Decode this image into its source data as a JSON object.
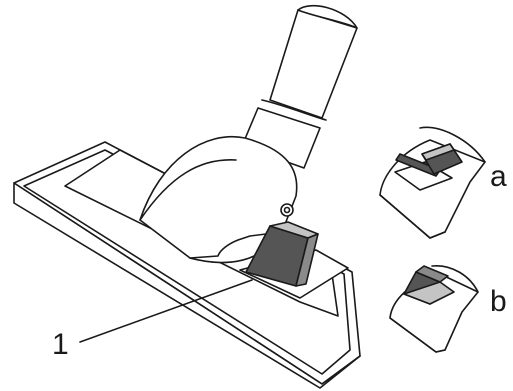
{
  "figure": {
    "labels": {
      "callout_1": "1",
      "inset_a": "a",
      "inset_b": "b"
    },
    "colors": {
      "line": "#1a1a1a",
      "fill": "#ffffff",
      "pedal_dark": "#555555",
      "pedal_mid": "#8a8a8a",
      "pedal_light": "#c4c4c4"
    }
  }
}
